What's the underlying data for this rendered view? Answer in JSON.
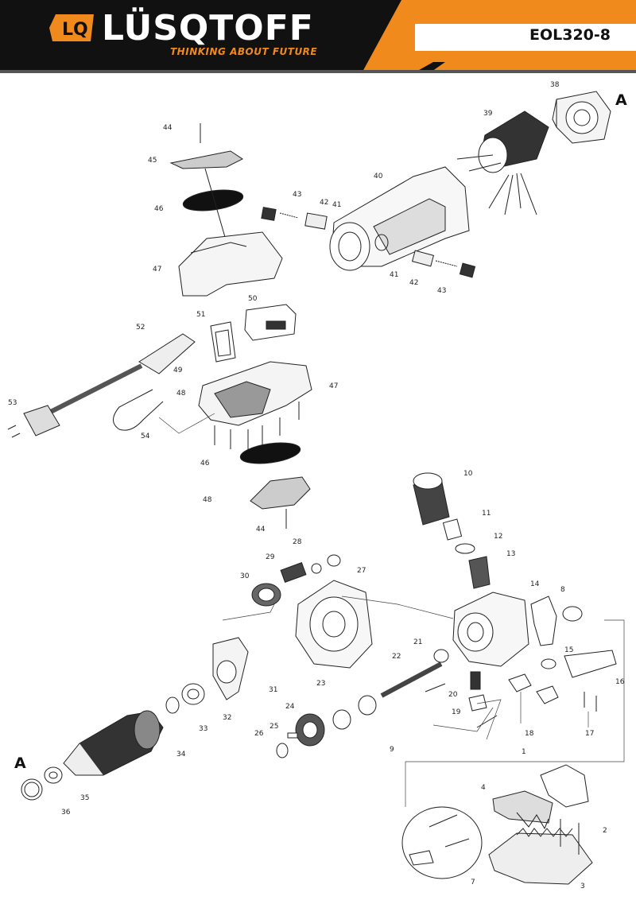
{
  "header": {
    "brand_logo_text": "LQ",
    "brand_name": "LÜSQTOFF",
    "brand_tagline": "THINKING ABOUT FUTURE",
    "model": "EOL320-8",
    "colors": {
      "dark": "#111111",
      "accent": "#f08a1c"
    }
  },
  "diagram": {
    "section_markers": [
      "A",
      "A"
    ],
    "part_labels": [
      "1",
      "2",
      "3",
      "4",
      "7",
      "8",
      "9",
      "10",
      "11",
      "12",
      "13",
      "14",
      "15",
      "16",
      "17",
      "18",
      "19",
      "20",
      "21",
      "22",
      "23",
      "24",
      "25",
      "26",
      "27",
      "28",
      "29",
      "30",
      "31",
      "32",
      "33",
      "34",
      "35",
      "36",
      "38",
      "39",
      "40",
      "41",
      "42",
      "43",
      "41",
      "42",
      "43",
      "44",
      "44",
      "45",
      "46",
      "46",
      "47",
      "47",
      "48",
      "48",
      "49",
      "50",
      "51",
      "52",
      "53",
      "54"
    ]
  }
}
